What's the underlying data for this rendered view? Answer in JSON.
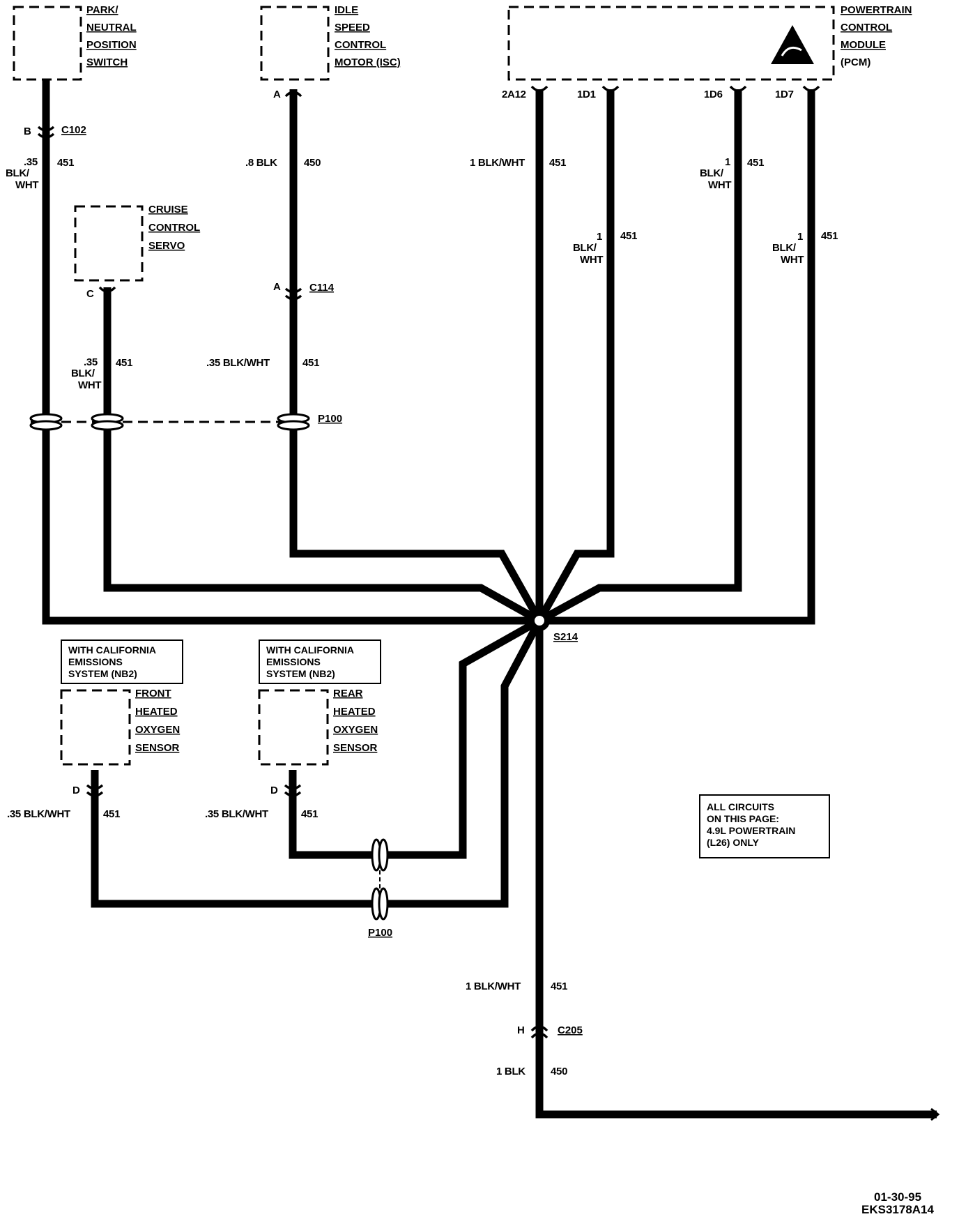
{
  "components": {
    "park_neutral": [
      "PARK/",
      "NEUTRAL",
      "POSITION",
      "SWITCH"
    ],
    "isc": [
      "IDLE",
      "SPEED",
      "CONTROL",
      "MOTOR (ISC)"
    ],
    "pcm": [
      "POWERTRAIN",
      "CONTROL",
      "MODULE",
      "(PCM)"
    ],
    "cruise": [
      "CRUISE",
      "CONTROL",
      "SERVO"
    ],
    "front_o2": [
      "FRONT",
      "HEATED",
      "OXYGEN",
      "SENSOR"
    ],
    "rear_o2": [
      "REAR",
      "HEATED",
      "OXYGEN",
      "SENSOR"
    ]
  },
  "notes": {
    "cal_front": [
      "WITH CALIFORNIA",
      "EMISSIONS",
      "SYSTEM (NB2)"
    ],
    "cal_rear": [
      "WITH CALIFORNIA",
      "EMISSIONS",
      "SYSTEM (NB2)"
    ],
    "all_circuits": [
      "ALL CIRCUITS",
      "ON THIS PAGE:",
      "4.9L POWERTRAIN",
      "(L26) ONLY"
    ]
  },
  "connectors": {
    "c102": "C102",
    "c114": "C114",
    "c205": "C205",
    "p100_top": "P100",
    "p100_bottom": "P100",
    "s214": "S214"
  },
  "pins": {
    "pn_b": "B",
    "isc_a": "A",
    "c114_a": "A",
    "cruise_c": "C",
    "pcm_2a12": "2A12",
    "pcm_1d1": "1D1",
    "pcm_1d6": "1D6",
    "pcm_1d7": "1D7",
    "front_d": "D",
    "rear_d": "D",
    "c205_h": "H"
  },
  "wires": {
    "w1_size": ".35",
    "w1_color_a": "BLK/",
    "w1_color_b": "WHT",
    "w1_circuit": "451",
    "w2_spec": ".8 BLK",
    "w2_circuit": "450",
    "w3_spec": "1 BLK/WHT",
    "w3_circuit": "451",
    "w4_size": "1",
    "w4_color_a": "BLK/",
    "w4_color_b": "WHT",
    "w4_circuit": "451",
    "w5_size": "1",
    "w5_color_a": "BLK/",
    "w5_color_b": "WHT",
    "w5_circuit": "451",
    "w6_size": "1",
    "w6_color_a": "BLK/",
    "w6_color_b": "WHT",
    "w6_circuit": "451",
    "w7_size": ".35",
    "w7_color_a": "BLK/",
    "w7_color_b": "WHT",
    "w7_circuit": "451",
    "w8_spec": ".35 BLK/WHT",
    "w8_circuit": "451",
    "w9_spec": ".35 BLK/WHT",
    "w9_circuit": "451",
    "w10_spec": ".35 BLK/WHT",
    "w10_circuit": "451",
    "w11_spec": "1 BLK/WHT",
    "w11_circuit": "451",
    "w12_spec": "1 BLK",
    "w12_circuit": "450"
  },
  "footer": {
    "date": "01-30-95",
    "code": "EKS3178A14"
  }
}
